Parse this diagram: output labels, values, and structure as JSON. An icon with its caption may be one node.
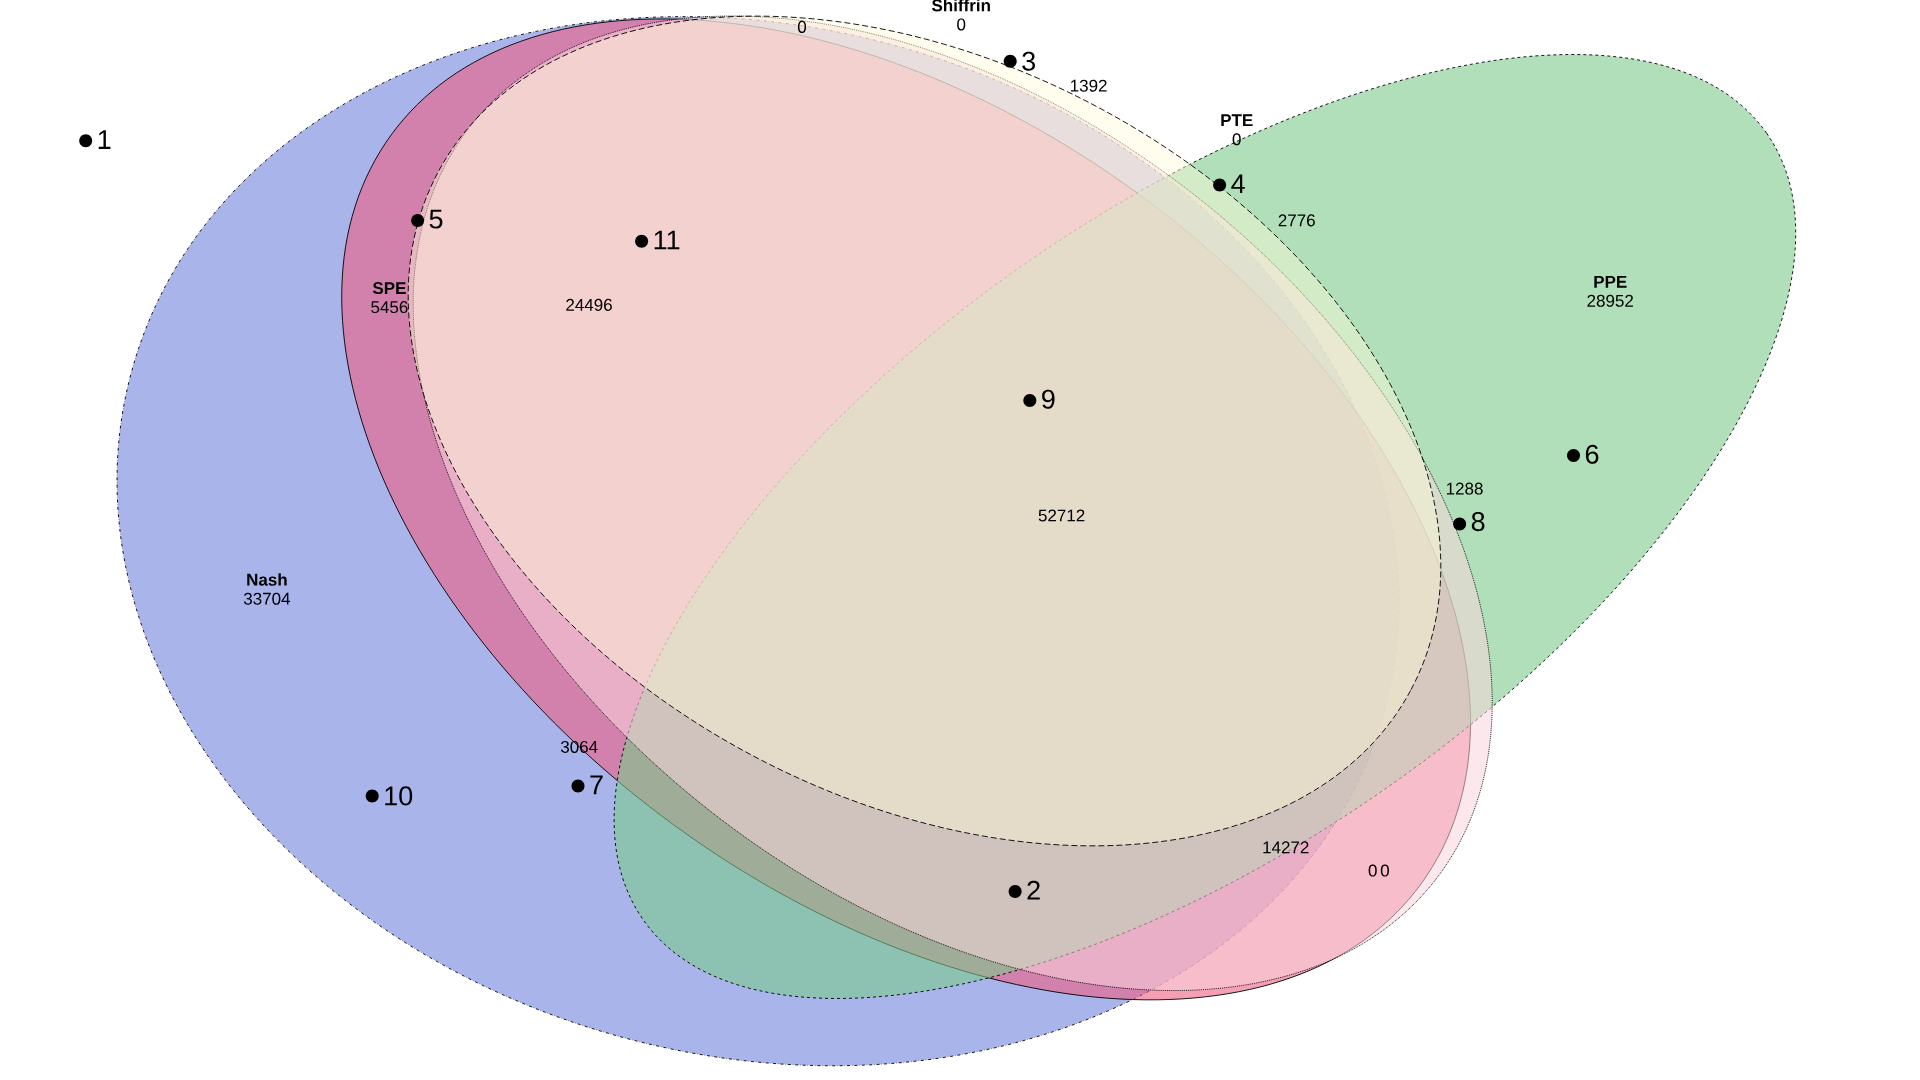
{
  "diagram": {
    "nodes": [
      {
        "text": [
          "Nash",
          "33704"
        ]
      },
      {
        "text": [
          "SPE",
          "5456"
        ]
      },
      {
        "text": [
          "Shiffrin",
          "0"
        ]
      },
      {
        "text": [
          "PTE",
          "0"
        ]
      },
      {
        "text": [
          "PPE",
          "28952"
        ]
      }
    ],
    "labels": [
      "0",
      "3",
      "1392",
      "1",
      "4",
      "5",
      "2776",
      "11",
      "24496",
      "9",
      "6",
      "1288",
      "52712",
      "8",
      "3064",
      "7",
      "10",
      "14272",
      "0",
      "0",
      "2"
    ]
  }
}
